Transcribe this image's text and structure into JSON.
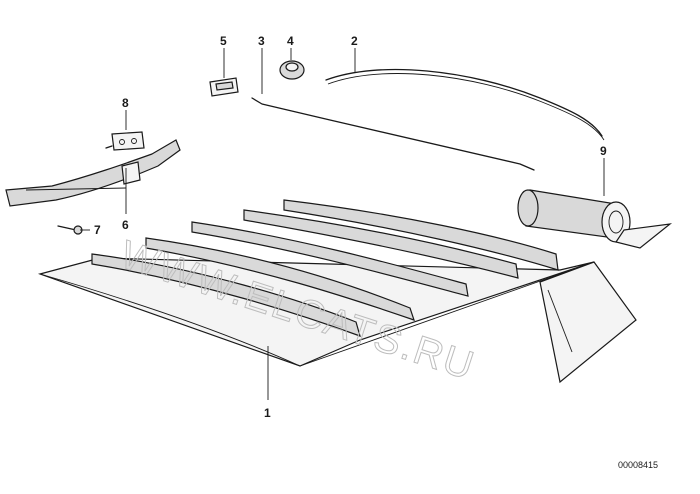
{
  "diagram": {
    "callouts": [
      {
        "id": "1",
        "label": "1"
      },
      {
        "id": "2",
        "label": "2"
      },
      {
        "id": "3",
        "label": "3"
      },
      {
        "id": "4",
        "label": "4"
      },
      {
        "id": "5",
        "label": "5"
      },
      {
        "id": "6",
        "label": "6"
      },
      {
        "id": "7",
        "label": "7"
      },
      {
        "id": "8",
        "label": "8"
      },
      {
        "id": "9",
        "label": "9"
      }
    ],
    "watermark": "WWW.ELCATS.RU",
    "drawing_number": "00008415"
  }
}
